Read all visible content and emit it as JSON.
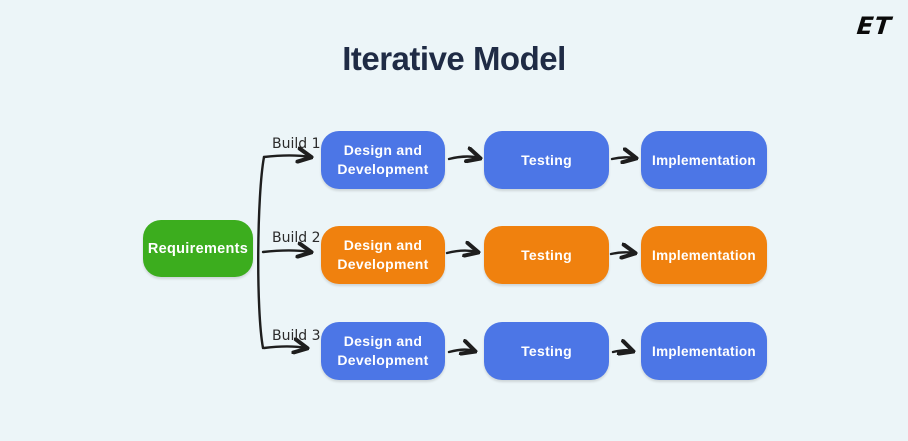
{
  "canvas": {
    "background": "#ECF5F8"
  },
  "header": {
    "title": "Iterative Model",
    "title_color": "#1F2B45",
    "logo_text": "ET"
  },
  "colors": {
    "blue": "#4C76E6",
    "orange": "#F0810E",
    "green": "#3CAD1E",
    "arrow": "#1E1E1E",
    "node_text": "#FFFFFF",
    "build_label_text": "#2B2B2B"
  },
  "diagram": {
    "start_node": {
      "label": "Requirements",
      "color": "#3CAD1E"
    },
    "rows": [
      {
        "build_label": "Build 1",
        "color": "#4C76E6",
        "steps": [
          "Design and Development",
          "Testing",
          "Implementation"
        ]
      },
      {
        "build_label": "Build 2",
        "color": "#F0810E",
        "steps": [
          "Design and Development",
          "Testing",
          "Implementation"
        ]
      },
      {
        "build_label": "Build 3",
        "color": "#4C76E6",
        "steps": [
          "Design and Development",
          "Testing",
          "Implementation"
        ]
      }
    ]
  }
}
